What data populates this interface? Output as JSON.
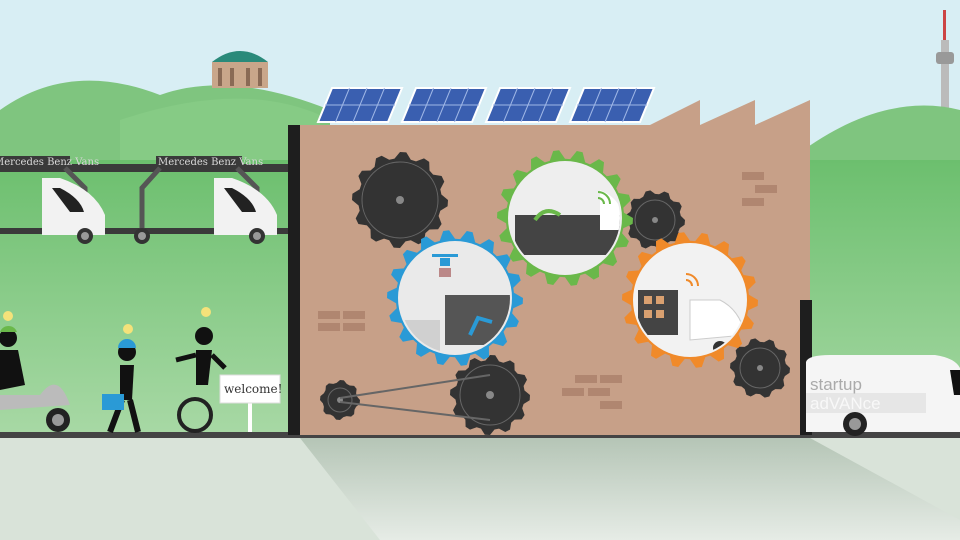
{
  "scene": {
    "sign_left": "Mercedes Benz Vans",
    "sign_right": "Mercedes Benz Vans",
    "welcome_sign": "welcome!",
    "van_brand_line1": "startup",
    "van_brand_line2": "adVANce"
  },
  "colors": {
    "sky": "#d8eef4",
    "hills": "#7cc47e",
    "factory": "#c7a088",
    "gear_dark": "#333333",
    "gear_blue": "#2a9ad6",
    "gear_green": "#6ab84a",
    "gear_orange": "#f08a2a",
    "ground": "#c9d6c8"
  },
  "icons": [
    "gear-icon",
    "solar-panel-icon",
    "van-icon",
    "drone-icon",
    "lightbulb-icon",
    "tv-tower-icon",
    "building-icon",
    "wifi-icon",
    "robot-arm-icon"
  ]
}
